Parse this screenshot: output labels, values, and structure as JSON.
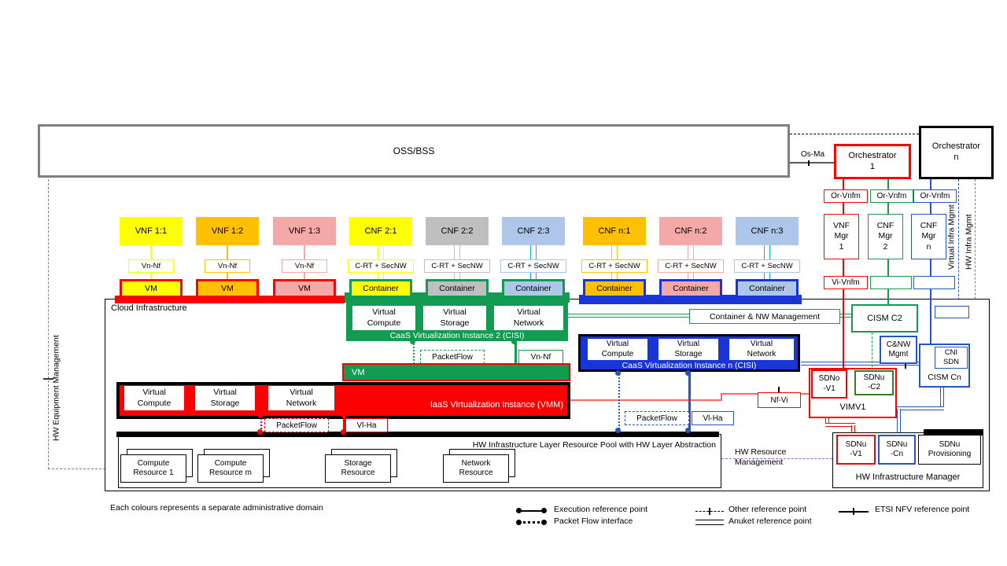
{
  "colors": {
    "yellow": "#FFFF00",
    "orange": "#FFC000",
    "pink": "#F5A8A8",
    "gray": "#BFBFBF",
    "lightblue": "#AEC7E8",
    "green": "#149B52",
    "blue": "#1A35D6",
    "blue2": "#2355C4",
    "red": "#FF0000",
    "redline": "#FF6666",
    "purple": "#9B63C3",
    "cyan": "#00B0F0",
    "darkgreen": "#3B7D23",
    "graybox": "#7F7F7F"
  },
  "top": {
    "oss": "OSS/BSS",
    "os_ma": "Os-Ma",
    "orch1": "Orchestrator\n1",
    "orch_n": "Orchestrator\nn"
  },
  "mgmt": {
    "or_vnfm1": "Or-Vnfm",
    "or_vnfm2": "Or-Vnfm",
    "or_vnfmn": "Or-Vnfm",
    "vnf_mgr1": "VNF\nMgr\n1",
    "cnf_mgr2": "CNF\nMgr\n2",
    "cnf_mgrn": "CNF\nMgr\nn",
    "vi_vnfm": "Vi-Vnfm",
    "virtual_infra": "Virtual Infra Mgmt",
    "hw_infra": "HW Infra Mgmt",
    "hw_equipment": "HW Equipment Management",
    "hw_resource": "HW Resource\nManagement"
  },
  "nfs": [
    {
      "label": "VNF 1:1",
      "fill": "#FFFF00",
      "mid": "Vn-Nf",
      "mid_border": "#FFFF00",
      "host": "VM",
      "host_border": "#FF0000",
      "conn": "#FFFF00",
      "style": "single"
    },
    {
      "label": "VNF 1:2",
      "fill": "#FFC000",
      "mid": "Vn-Nf",
      "mid_border": "#FFC000",
      "host": "VM",
      "host_border": "#FF0000",
      "conn": "#FFC000",
      "style": "single"
    },
    {
      "label": "VNF 1:3",
      "fill": "#F5A8A8",
      "mid": "Vn-Nf",
      "mid_border": "#F5A8A8",
      "host": "VM",
      "host_border": "#FF0000",
      "conn": "#F5A8A8",
      "style": "single"
    },
    {
      "label": "CNF 2:1",
      "fill": "#FFFF00",
      "mid": "C-RT + SecNW",
      "mid_border": "#FFFF00",
      "host": "Container",
      "host_border": "#149B52",
      "conn": "#FFFF00",
      "style": "double"
    },
    {
      "label": "CNF 2:2",
      "fill": "#BFBFBF",
      "mid": "C-RT + SecNW",
      "mid_border": "#BFBFBF",
      "host": "Container",
      "host_border": "#149B52",
      "conn": "#BFBFBF",
      "style": "double"
    },
    {
      "label": "CNF 2:3",
      "fill": "#AEC7E8",
      "mid": "C-RT + SecNW",
      "mid_border": "#AEC7E8",
      "host": "Container",
      "host_border": "#149B52",
      "conn": "#00B0F0",
      "style": "double"
    },
    {
      "label": "CNF n:1",
      "fill": "#FFC000",
      "mid": "C-RT + SecNW",
      "mid_border": "#FFC000",
      "host": "Container",
      "host_border": "#1A35D6",
      "conn": "#FFC000",
      "style": "double"
    },
    {
      "label": "CNF n:2",
      "fill": "#F5A8A8",
      "mid": "C-RT + SecNW",
      "mid_border": "#F5A8A8",
      "host": "Container",
      "host_border": "#1A35D6",
      "conn": "#F5A8A8",
      "style": "double"
    },
    {
      "label": "CNF n:3",
      "fill": "#AEC7E8",
      "mid": "C-RT + SecNW",
      "mid_border": "#AEC7E8",
      "host": "Container",
      "host_border": "#1A35D6",
      "conn": "#00B0F0",
      "style": "double"
    }
  ],
  "virtual": {
    "compute": "Virtual\nCompute",
    "storage": "Virtual\nStorage",
    "network": "Virtual\nNetwork"
  },
  "cloud": {
    "title": "Cloud  Infrastructure",
    "caas2_caption": "CaaS Virtualization Instance 2 (CISI)",
    "caasn_caption": "CaaS Virtualization Instance n (CISI)",
    "iaas_caption": "IaaS Virtualization Instance (VMM)",
    "vm_bar": "VM",
    "labels": {
      "packetflow": "PacketFlow",
      "vn_nf": "Vn-Nf",
      "vl_ha": "Vl-Ha",
      "container_nw": "Container & NW  Management",
      "nf_vi": "Nf-Vi"
    },
    "pool": {
      "title": "HW Infrastructure Layer Resource Pool with HW Layer Abstraction",
      "resources": [
        "Compute\nResource 1",
        "Compute\nResource m",
        "Storage\nResource",
        "Network\nResource"
      ]
    }
  },
  "right": {
    "cism_c2": "CISM C2",
    "cnw_mgmt": "C&NW\nMgmt",
    "cni_sdn": "CNI\nSDN",
    "cism_cn": "CISM Cn",
    "sdno_v1": "SDNo\n-V1",
    "sdnu_c2": "SDNu\n-C2",
    "vim": "VIMV1",
    "sdnu_v1": "SDNu\n-V1",
    "sdnu_cn": "SDNu\n-Cn",
    "sdnu_prov": "SDNu\nProvisioning",
    "hwim": "HW Infrastructure Manager"
  },
  "footer": {
    "admin_note": "Each colours represents a separate administrative domain",
    "legend": [
      {
        "label": "Execution reference point",
        "type": "execution"
      },
      {
        "label": "Packet Flow interface",
        "type": "packetflow"
      },
      {
        "label": "Other reference point",
        "type": "other"
      },
      {
        "label": "Anuket reference point",
        "type": "anuket"
      },
      {
        "label": "ETSI NFV reference point",
        "type": "etsi"
      }
    ]
  }
}
